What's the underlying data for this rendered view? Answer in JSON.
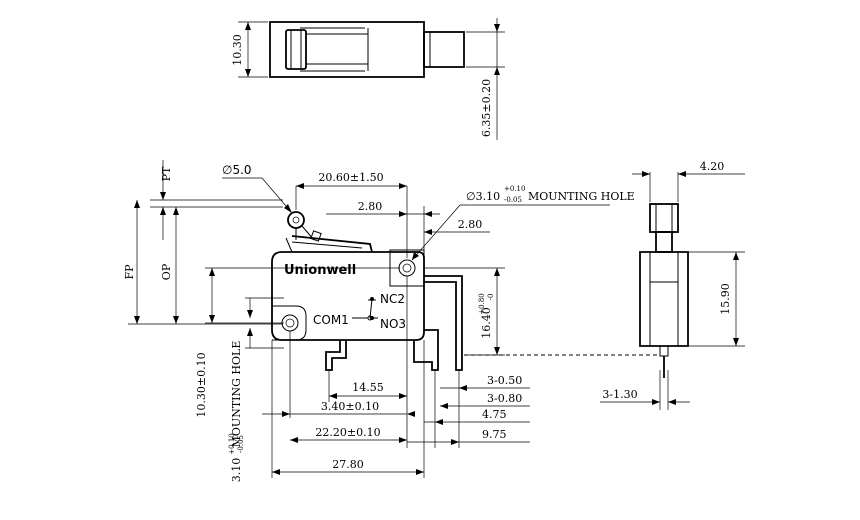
{
  "brand": "Unionwell",
  "terminals": {
    "nc": "NC2",
    "com": "COM1",
    "no": "NO3"
  },
  "roller_diameter": "∅5.0",
  "top_view": {
    "height_dim": "10.30",
    "thickness_dim": "6.35±0.20"
  },
  "front_view": {
    "pt_label": "PT",
    "fp_label": "FP",
    "op_label": "OP",
    "dim_overall_lever": "20.60±1.50",
    "dim_lever_offset": "2.80",
    "dim_hole_edge": "2.80",
    "mounting_hole_top": {
      "main": "∅3.10",
      "tol_plus": "+0.10",
      "tol_minus": "-0.05",
      "suffix": "MOUNTING HOLE"
    },
    "mounting_hole_left": {
      "main": "3.10",
      "tol_plus": "+0.10",
      "tol_minus": "-0.05",
      "suffix": "MOUNTING HOLE"
    },
    "dim_16_40": {
      "main": "16.40",
      "tol_plus": "+0.80",
      "tol_minus": "-0"
    },
    "dim_10_30": "10.30±0.10",
    "dim_14_55": "14.55",
    "dim_3_40": "3.40±0.10",
    "dim_22_20": "22.20±0.10",
    "dim_27_80": "27.80",
    "dim_3_050": "3-0.50",
    "dim_3_080": "3-0.80",
    "dim_4_75": "4.75",
    "dim_9_75": "9.75"
  },
  "side_view": {
    "width_dim": "4.20",
    "height_dim": "15.90",
    "pin_dim": "3-1.30"
  }
}
